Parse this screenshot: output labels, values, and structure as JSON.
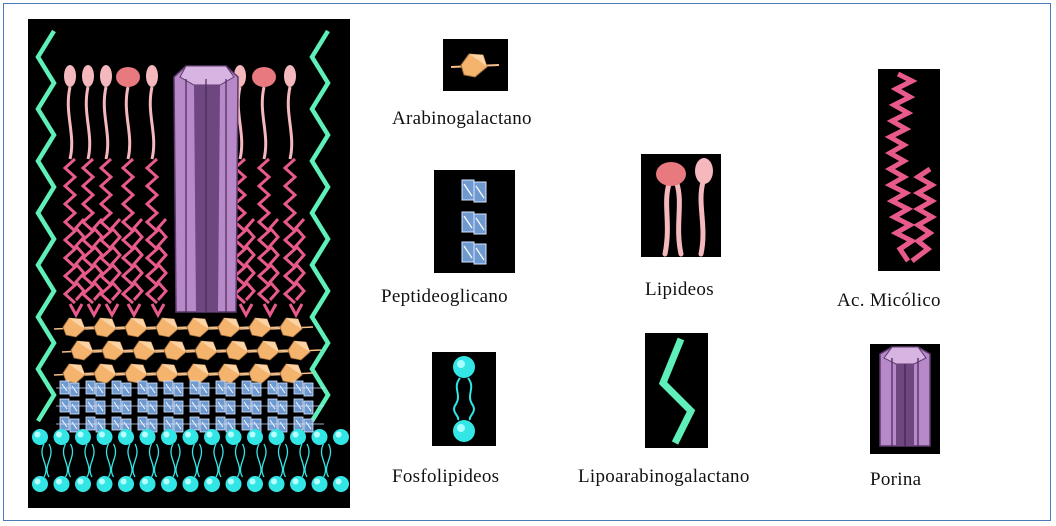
{
  "legend": {
    "arabinogalactano": "Arabinogalactano",
    "peptideoglicano": "Peptideoglicano",
    "lipideos": "Lipideos",
    "acido_micolico": "Ac. Micólico",
    "fosfolipideos": "Fosfolipideos",
    "lipoarabinogalactano": "Lipoarabinogalactano",
    "porina": "Porina"
  },
  "colors": {
    "background": "#000000",
    "lipoarabinogalactan": "#5ef0b8",
    "mycolic_acid": "#e85a8c",
    "lipid_light": "#f4b8bd",
    "lipid_head": "#e8797f",
    "porin": "#b889c8",
    "porin_dark": "#6e4680",
    "arabinogalactan": "#f5b46e",
    "peptidoglycan": "#6f9ad0",
    "phospholipid": "#33e6e6"
  }
}
